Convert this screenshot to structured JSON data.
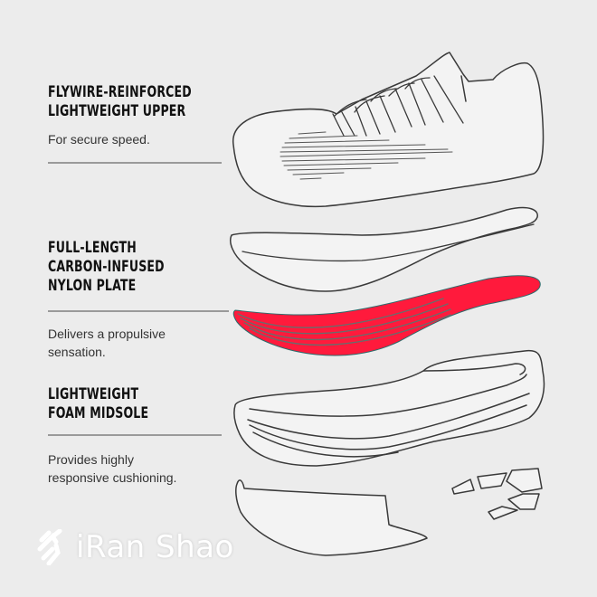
{
  "sections": [
    {
      "heading_lines": [
        "FLYWIRE-REINFORCED",
        "LIGHTWEIGHT UPPER"
      ],
      "description_lines": [
        "For secure speed."
      ]
    },
    {
      "heading_lines": [
        "FULL-LENGTH",
        "CARBON-INFUSED",
        "NYLON PLATE"
      ],
      "description_lines": [
        "Delivers a propulsive",
        "sensation."
      ]
    },
    {
      "heading_lines": [
        "LIGHTWEIGHT",
        "FOAM MIDSOLE"
      ],
      "description_lines": [
        "Provides highly",
        "responsive cushioning."
      ]
    }
  ],
  "illustrations": {
    "upper": "shoe-upper-icon",
    "insole": "insole-icon",
    "plate": "carbon-plate-icon",
    "midsole": "foam-midsole-icon",
    "heel": "heel-counter-icon",
    "outsole_pods": "outsole-pods-icon"
  },
  "colors": {
    "background": "#ececec",
    "plate": "#ff1a3c",
    "text": "#111111",
    "rule": "#9a9a9a"
  },
  "watermark": {
    "text": "iRan Shao",
    "icon": "runner-logo-icon"
  }
}
